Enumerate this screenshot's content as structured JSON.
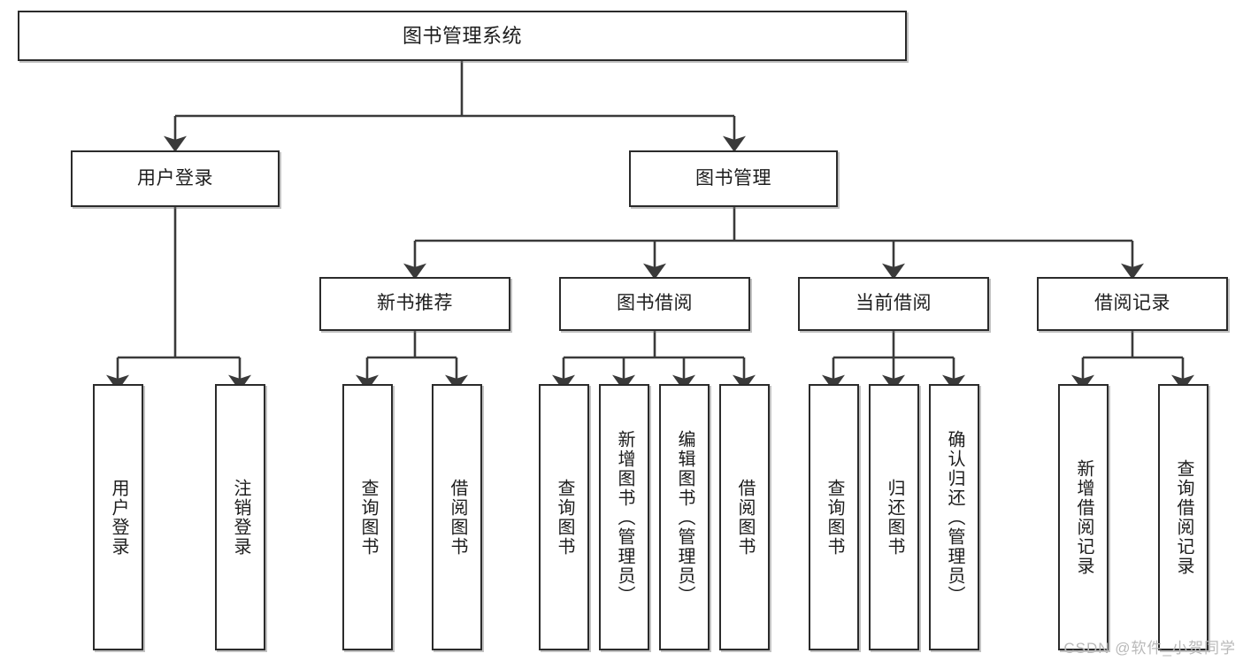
{
  "diagram": {
    "title": "图书管理系统",
    "type": "tree",
    "watermark": "CSDN @软件_小贺同学",
    "colors": {
      "box_border": "#2b2b2b",
      "box_fill": "#ffffff",
      "edge": "#3a3a3a",
      "text": "#1d1d1d",
      "watermark": "#b9b9b9"
    },
    "nodes": {
      "root": {
        "label": "图书管理系统"
      },
      "level2": [
        {
          "id": "user-login",
          "label": "用户登录"
        },
        {
          "id": "book-manage",
          "label": "图书管理"
        }
      ],
      "level3": [
        {
          "id": "new-book-recommend",
          "label": "新书推荐"
        },
        {
          "id": "book-borrow",
          "label": "图书借阅"
        },
        {
          "id": "current-borrow",
          "label": "当前借阅"
        },
        {
          "id": "borrow-record",
          "label": "借阅记录"
        }
      ],
      "leaves": {
        "user-login": [
          {
            "id": "leaf-user-login",
            "label": "用户登录"
          },
          {
            "id": "leaf-logout",
            "label": "注销登录"
          }
        ],
        "new-book-recommend": [
          {
            "id": "leaf-query-book-1",
            "label": "查询图书"
          },
          {
            "id": "leaf-borrow-book-1",
            "label": "借阅图书"
          }
        ],
        "book-borrow": [
          {
            "id": "leaf-query-book-2",
            "label": "查询图书"
          },
          {
            "id": "leaf-add-book",
            "label": "新增图书（管理员）"
          },
          {
            "id": "leaf-edit-book",
            "label": "编辑图书（管理员）"
          },
          {
            "id": "leaf-borrow-book-2",
            "label": "借阅图书"
          }
        ],
        "current-borrow": [
          {
            "id": "leaf-query-book-3",
            "label": "查询图书"
          },
          {
            "id": "leaf-return-book",
            "label": "归还图书"
          },
          {
            "id": "leaf-confirm-return",
            "label": "确认归还（管理员）"
          }
        ],
        "borrow-record": [
          {
            "id": "leaf-add-record",
            "label": "新增借阅记录"
          },
          {
            "id": "leaf-query-record",
            "label": "查询借阅记录"
          }
        ]
      }
    },
    "edges": [
      {
        "from": "图书管理系统",
        "to": "用户登录"
      },
      {
        "from": "图书管理系统",
        "to": "图书管理"
      },
      {
        "from": "用户登录",
        "to": "用户登录"
      },
      {
        "from": "用户登录",
        "to": "注销登录"
      },
      {
        "from": "图书管理",
        "to": "新书推荐"
      },
      {
        "from": "图书管理",
        "to": "图书借阅"
      },
      {
        "from": "图书管理",
        "to": "当前借阅"
      },
      {
        "from": "图书管理",
        "to": "借阅记录"
      },
      {
        "from": "新书推荐",
        "to": "查询图书"
      },
      {
        "from": "新书推荐",
        "to": "借阅图书"
      },
      {
        "from": "图书借阅",
        "to": "查询图书"
      },
      {
        "from": "图书借阅",
        "to": "新增图书（管理员）"
      },
      {
        "from": "图书借阅",
        "to": "编辑图书（管理员）"
      },
      {
        "from": "图书借阅",
        "to": "借阅图书"
      },
      {
        "from": "当前借阅",
        "to": "查询图书"
      },
      {
        "from": "当前借阅",
        "to": "归还图书"
      },
      {
        "from": "当前借阅",
        "to": "确认归还（管理员）"
      },
      {
        "from": "借阅记录",
        "to": "新增借阅记录"
      },
      {
        "from": "借阅记录",
        "to": "查询借阅记录"
      }
    ]
  }
}
